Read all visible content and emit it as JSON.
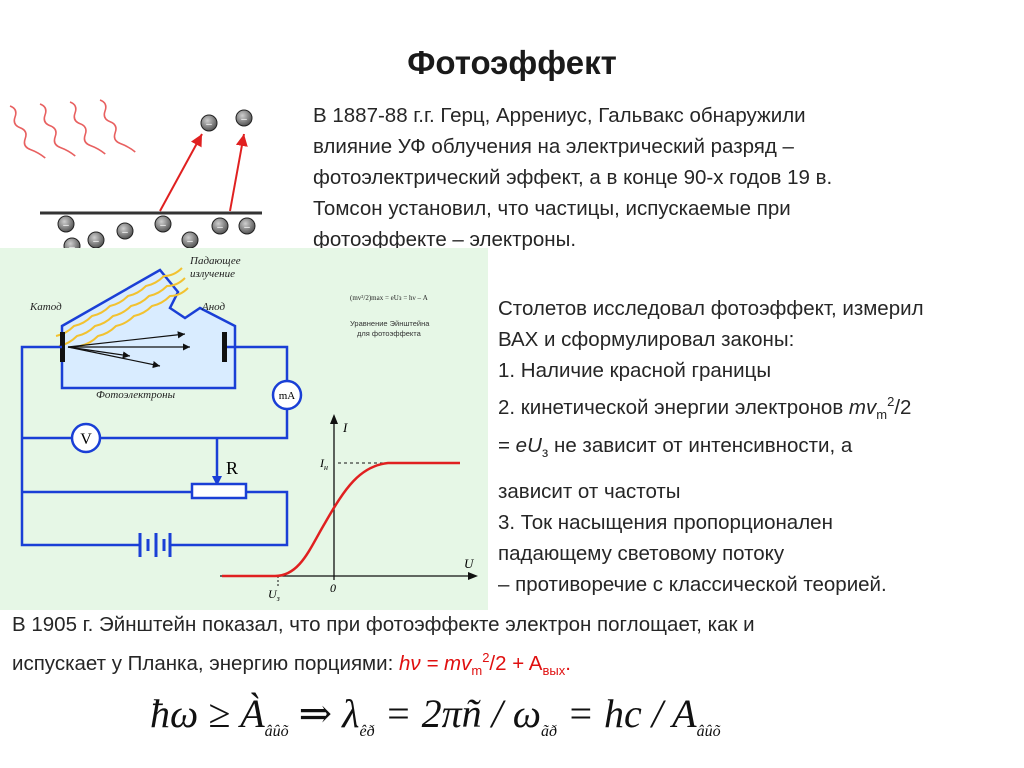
{
  "title": "Фотоэффект",
  "intro_lines": [
    "В 1887-88 г.г. Герц, Аррениус, Гальвакс обнаружили",
    "влияние УФ облучения на электрический разряд –",
    "фотоэлектрический эффект, а в конце 90-х годов 19 в.",
    "Томсон установил, что частицы, испускаемые при",
    "фотоэффекте – электроны."
  ],
  "stoletov": {
    "line1": "Столетов исследовал фотоэффект, измерил",
    "line2": "ВАХ и сформулировал законы:",
    "line3": "1. Наличие красной границы",
    "line4_pre": "2. кинетической энергии электронов ",
    "line4_var": "mv",
    "line4_sub": "m",
    "line4_sup": "2",
    "line4_post": "/2",
    "line5_pre": "= ",
    "line5_var": "eU",
    "line5_sub": "з",
    "line5_post": " не зависит от интенсивности, а",
    "line6": "зависит от частоты",
    "line7": "3. Ток насыщения пропорционален",
    "line8": "падающему световому потоку",
    "line9": "– противоречие с классической теорией."
  },
  "einstein": {
    "line1": "В 1905 г. Эйнштейн показал, что при фотоэффекте электрон поглощает, как и",
    "line2_pre": "испускает у Планка, энергию порциями: ",
    "formula_h": "hν = mv",
    "formula_sub_m": "m",
    "formula_sup": "2",
    "formula_mid": "/2 + A",
    "formula_sub": "вых",
    "formula_end": "."
  },
  "bottom_formula": {
    "text1": "ħω ≥ À",
    "sub1": "âûõ",
    "text2": " ⇒ λ",
    "sub2": "êð",
    "text3": " = 2πñ / ω",
    "sub3": "ãð",
    "text4": " = hc / A",
    "sub4": "âûõ"
  },
  "diagram": {
    "incident_label_1": "Падающее",
    "incident_label_2": "излучение",
    "cathode_label": "Катод",
    "anode_label": "Анод",
    "photoelectrons_label": "Фотоэлектроны",
    "ammeter_label": "mA",
    "voltmeter_label": "V",
    "resistor_label": "R",
    "einstein_small_label_1": "Уравнение Эйнштейна",
    "einstein_small_label_2": "для фотоэффекта",
    "einstein_small_formula": "(mv²/2)max = eUз = hν – A"
  },
  "iv_graph": {
    "y_label": "I",
    "x_label": "U",
    "sat_label": "I",
    "sat_sub": "н",
    "stop_label": "U",
    "stop_sub": "з",
    "origin_label": "0"
  },
  "colors": {
    "circuit": "#1a3fd6",
    "curve": "#e02020",
    "arrow": "#e02020",
    "panel": "#e6f7e6"
  }
}
